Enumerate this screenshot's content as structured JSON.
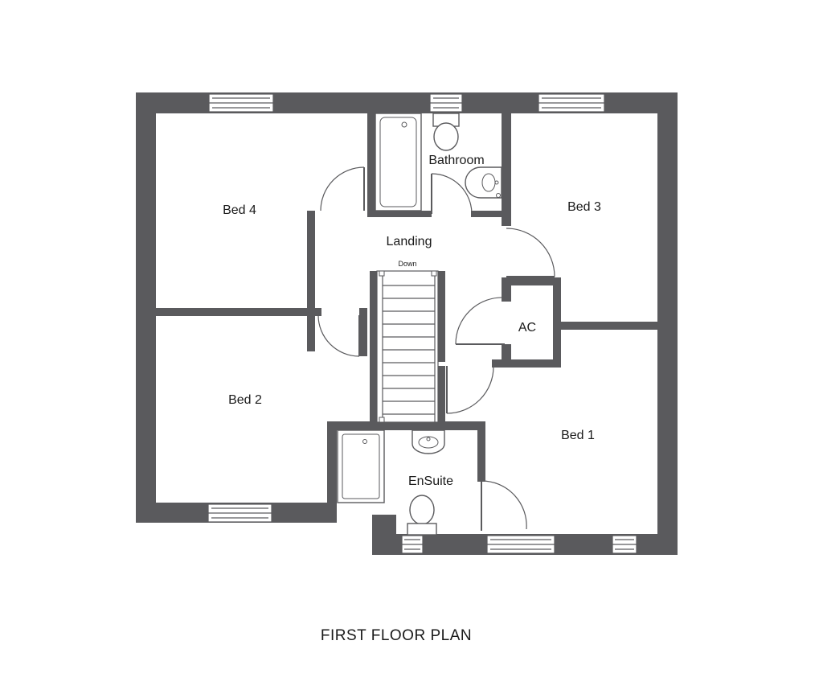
{
  "plan": {
    "title": "FIRST FLOOR PLAN",
    "rooms": {
      "bed4": "Bed 4",
      "bathroom": "Bathroom",
      "bed3": "Bed 3",
      "landing": "Landing",
      "stairs": "Down",
      "ac": "AC",
      "bed2": "Bed 2",
      "bed1": "Bed 1",
      "ensuite": "EnSuite"
    }
  },
  "colors": {
    "wall": "#5a5a5d",
    "background": "#ffffff",
    "text": "#1a1a1a"
  }
}
